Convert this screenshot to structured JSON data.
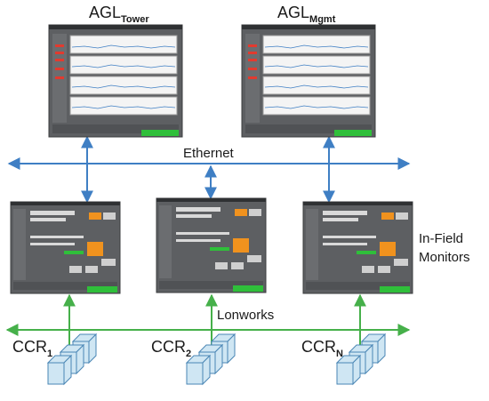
{
  "labels": {
    "agl_tower": {
      "main": "AGL",
      "sub": "Tower"
    },
    "agl_mgmt": {
      "main": "AGL",
      "sub": "Mgmt"
    },
    "ethernet": "Ethernet",
    "in_field_monitors": [
      "In-Field",
      "Monitors"
    ],
    "lonworks": "Lonworks",
    "ccr_1": {
      "main": "CCR",
      "sub": "1"
    },
    "ccr_2": {
      "main": "CCR",
      "sub": "2"
    },
    "ccr_n": {
      "main": "CCR",
      "sub": "N"
    }
  },
  "colors": {
    "ethernet_bus": "#3f7fc4",
    "lonworks_bus": "#46b04a",
    "screen_frame": "#5d5f62",
    "status_green": "#2fbf3a",
    "orange_button": "#f0921e",
    "cube_fill": "#cfe6f3",
    "cube_stroke": "#4a86b5"
  },
  "icons": {
    "bus_arrow": "arrowhead",
    "ccr_unit": "stacked-cubes-icon",
    "server_screen": "agl-server-screenshot",
    "monitor_screen": "in-field-monitor-screenshot"
  }
}
